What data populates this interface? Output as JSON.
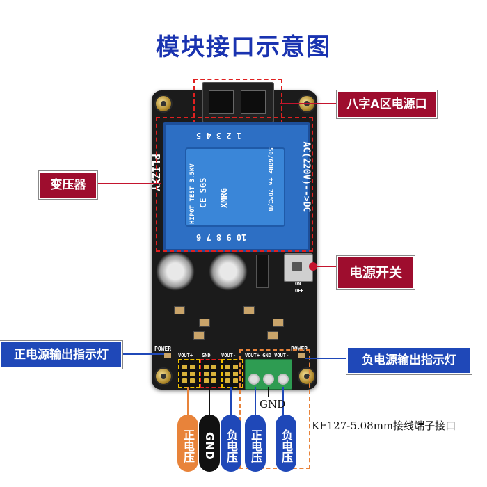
{
  "title": "模块接口示意图",
  "callouts": {
    "power_port": "八字A区电源口",
    "transformer": "变压器",
    "power_switch": "电源开关",
    "pos_indicator": "正电源输出指示灯",
    "neg_indicator": "负电源输出指示灯"
  },
  "board": {
    "brand": "PLIZXY",
    "ac_dc": "AC(220V)-->DC",
    "xfmr_num_top": "1 2 3 4 5",
    "xfmr_num_bottom": "10 9 8 7 6",
    "xfmr_line1": "HIPOT TEST 3.5KV",
    "xfmr_line2": "CE SGS",
    "xfmr_line3": "50/60Hz ta 70℃/B",
    "xfmr_logo": "XMRG",
    "on": "ON",
    "off": "OFF",
    "power_left": "POWER+",
    "power_right": "POWER-",
    "hdr_vout_pos": "VOUT+",
    "hdr_gnd": "GND",
    "hdr_vout_neg": "VOUT-",
    "term_labels": "VOUT+ GND VOUT-"
  },
  "pins_labels": {
    "pos": "正电压",
    "gnd": "GND",
    "neg": "负电压"
  },
  "terminal": {
    "gnd": "GND",
    "pos": "正电压",
    "neg": "负电压",
    "label": "KF127-5.08mm接线端子接口"
  },
  "colors": {
    "title": "#1a33b0",
    "callout_red": "#9e0d2e",
    "callout_blue": "#1f48b8",
    "pill_orange": "#e8833a",
    "pill_black": "#111111",
    "pill_blue": "#1f48b8"
  }
}
